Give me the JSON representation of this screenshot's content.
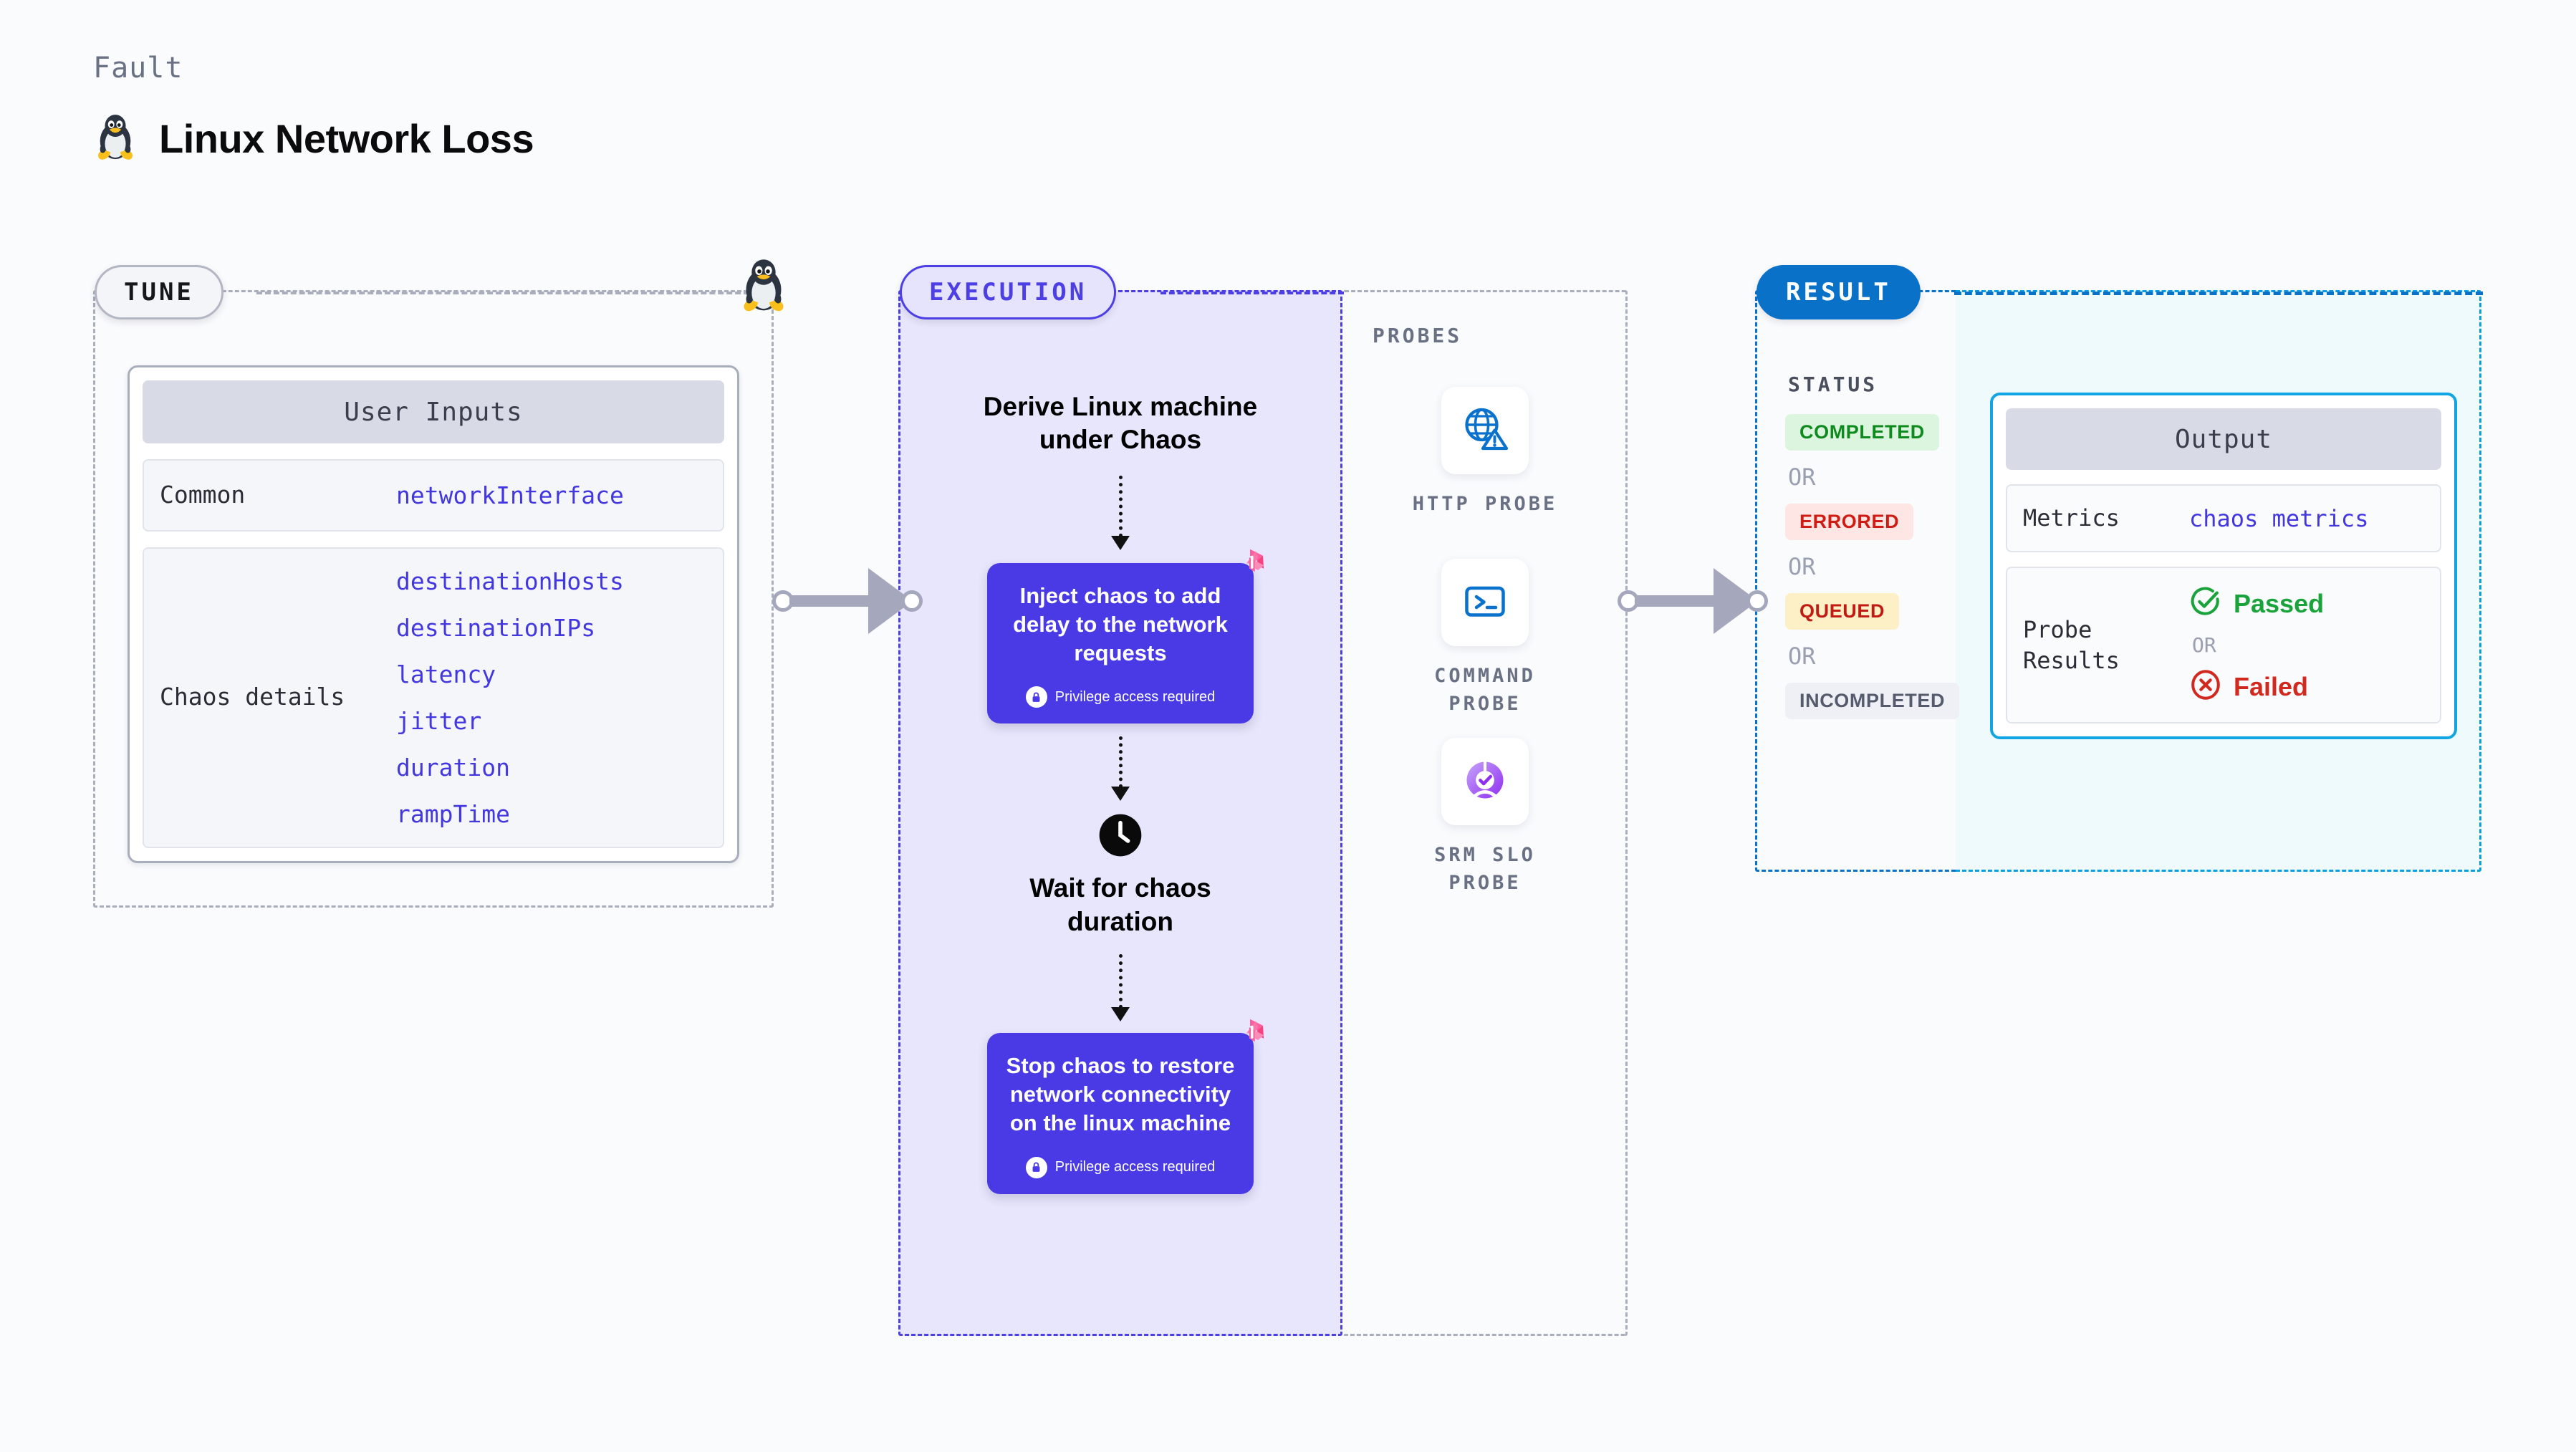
{
  "header": {
    "kicker": "Fault",
    "title": "Linux Network Loss",
    "icon": "linux-penguin-icon"
  },
  "stages": {
    "tune": {
      "pill_label": "TUNE"
    },
    "execution": {
      "pill_label": "EXECUTION"
    },
    "probes": {
      "section_label": "PROBES"
    },
    "result": {
      "pill_label": "RESULT"
    }
  },
  "tune": {
    "card_title": "User Inputs",
    "rows": [
      {
        "label": "Common",
        "values": [
          "networkInterface"
        ]
      },
      {
        "label": "Chaos details",
        "values": [
          "destinationHosts",
          "destinationIPs",
          "latency",
          "jitter",
          "duration",
          "rampTime"
        ]
      }
    ]
  },
  "execution": {
    "step1_title": "Derive Linux machine\nunder Chaos",
    "step1_line1": "Derive Linux machine",
    "step1_line2": "under Chaos",
    "inject_box": {
      "text": "Inject chaos to add delay to the network requests",
      "privilege_note": "Privilege access required",
      "badge_icon": "litmus-logo-icon",
      "lock_icon": "lock-icon"
    },
    "wait_step": {
      "icon": "clock-icon",
      "line1": "Wait for chaos",
      "line2": "duration"
    },
    "stop_box": {
      "text": "Stop chaos to restore network connectivity on the linux machine",
      "privilege_note": "Privilege access required",
      "badge_icon": "litmus-logo-icon",
      "lock_icon": "lock-icon"
    }
  },
  "probes": [
    {
      "icon": "globe-warning-icon",
      "caption_line1": "HTTP  PROBE",
      "caption_line2": ""
    },
    {
      "icon": "terminal-prompt-icon",
      "caption_line1": "COMMAND",
      "caption_line2": "PROBE"
    },
    {
      "icon": "slo-donut-check-icon",
      "caption_line1": "SRM  SLO",
      "caption_line2": "PROBE"
    }
  ],
  "result": {
    "status_label": "STATUS",
    "or_text": "OR",
    "statuses": [
      {
        "label": "COMPLETED",
        "class": "b-completed"
      },
      {
        "label": "ERRORED",
        "class": "b-errored"
      },
      {
        "label": "QUEUED",
        "class": "b-queued"
      },
      {
        "label": "INCOMPLETED",
        "class": "b-incomplete"
      }
    ]
  },
  "output": {
    "card_title": "Output",
    "metrics_label": "Metrics",
    "metrics_value": "chaos metrics",
    "probe_results_label_line1": "Probe",
    "probe_results_label_line2": "Results",
    "passed_label": "Passed",
    "failed_label": "Failed",
    "or_text": "OR",
    "passed_icon": "check-circle-icon",
    "failed_icon": "x-circle-icon"
  },
  "colors": {
    "accent_purple": "#4a3ae6",
    "accent_blue": "#0a71c8",
    "accent_cyan": "#12a5e4",
    "litmus_pink": "#f85f9e",
    "grey_border": "#a9aebd",
    "page_bg": "#fafbfd",
    "exec_bg": "#e8e6fc",
    "output_bg": "#effafd"
  }
}
